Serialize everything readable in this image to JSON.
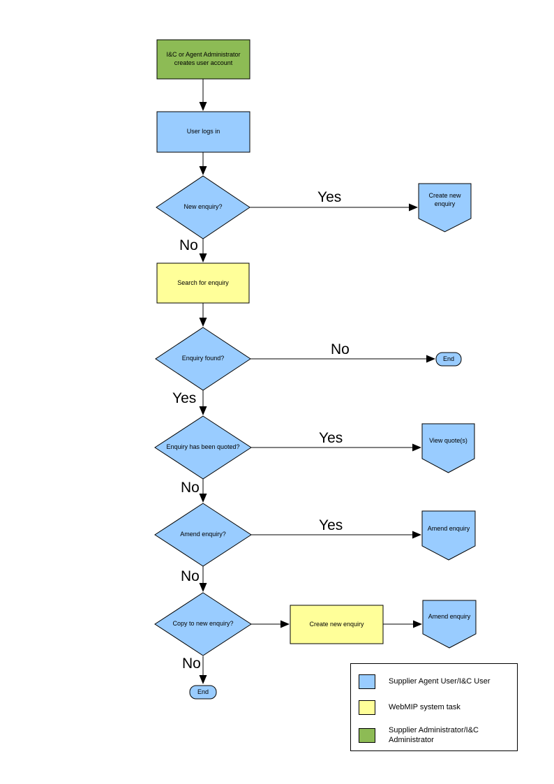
{
  "flowchart": {
    "nodes": [
      {
        "id": "admin-creates-account",
        "type": "process",
        "role": "admin",
        "label": "I&C or Agent Administrator creates user account"
      },
      {
        "id": "user-logs-in",
        "type": "process",
        "role": "user",
        "label": "User logs in"
      },
      {
        "id": "new-enquiry",
        "type": "decision",
        "role": "user",
        "label": "New enquiry?"
      },
      {
        "id": "create-new-enquiry-offpage",
        "type": "offpage",
        "role": "user",
        "label": "Create new enquiry"
      },
      {
        "id": "search-for-enquiry",
        "type": "process",
        "role": "system",
        "label": "Search for enquiry"
      },
      {
        "id": "enquiry-found",
        "type": "decision",
        "role": "user",
        "label": "Enquiry found?"
      },
      {
        "id": "end-1",
        "type": "terminator",
        "role": "user",
        "label": "End"
      },
      {
        "id": "enquiry-has-been-quoted",
        "type": "decision",
        "role": "user",
        "label": "Enquiry has been quoted?"
      },
      {
        "id": "view-quotes",
        "type": "offpage",
        "role": "user",
        "label": "View quote(s)"
      },
      {
        "id": "amend-enquiry-decision",
        "type": "decision",
        "role": "user",
        "label": "Amend enquiry?"
      },
      {
        "id": "amend-enquiry-offpage",
        "type": "offpage",
        "role": "user",
        "label": "Amend enquiry"
      },
      {
        "id": "copy-to-new-enquiry",
        "type": "decision",
        "role": "user",
        "label": "Copy to new enquiry?"
      },
      {
        "id": "create-new-enquiry-task",
        "type": "process",
        "role": "system",
        "label": "Create new enquiry"
      },
      {
        "id": "amend-enquiry-offpage-2",
        "type": "offpage",
        "role": "user",
        "label": "Amend enquiry"
      },
      {
        "id": "end-2",
        "type": "terminator",
        "role": "user",
        "label": "End"
      }
    ],
    "edges": [
      {
        "from": "admin-creates-account",
        "to": "user-logs-in",
        "label": ""
      },
      {
        "from": "user-logs-in",
        "to": "new-enquiry",
        "label": ""
      },
      {
        "from": "new-enquiry",
        "to": "create-new-enquiry-offpage",
        "label": "Yes"
      },
      {
        "from": "new-enquiry",
        "to": "search-for-enquiry",
        "label": "No"
      },
      {
        "from": "search-for-enquiry",
        "to": "enquiry-found",
        "label": ""
      },
      {
        "from": "enquiry-found",
        "to": "end-1",
        "label": "No"
      },
      {
        "from": "enquiry-found",
        "to": "enquiry-has-been-quoted",
        "label": "Yes"
      },
      {
        "from": "enquiry-has-been-quoted",
        "to": "view-quotes",
        "label": "Yes"
      },
      {
        "from": "enquiry-has-been-quoted",
        "to": "amend-enquiry-decision",
        "label": "No"
      },
      {
        "from": "amend-enquiry-decision",
        "to": "amend-enquiry-offpage",
        "label": "Yes"
      },
      {
        "from": "amend-enquiry-decision",
        "to": "copy-to-new-enquiry",
        "label": "No"
      },
      {
        "from": "copy-to-new-enquiry",
        "to": "create-new-enquiry-task",
        "label": ""
      },
      {
        "from": "create-new-enquiry-task",
        "to": "amend-enquiry-offpage-2",
        "label": ""
      },
      {
        "from": "copy-to-new-enquiry",
        "to": "end-2",
        "label": "No"
      }
    ]
  },
  "legend": {
    "items": [
      {
        "label": "Supplier Agent User/I&C User",
        "color": "#99CCFF"
      },
      {
        "label": "WebMIP system task",
        "color": "#FFFF99"
      },
      {
        "label": "Supplier Administrator/I&C Administrator",
        "color": "#8DBB55"
      }
    ]
  },
  "colors": {
    "user_fill": "#99CCFF",
    "system_fill": "#FFFF99",
    "admin_fill": "#8DBB55",
    "stroke": "#000000",
    "background": "#FFFFFF"
  }
}
